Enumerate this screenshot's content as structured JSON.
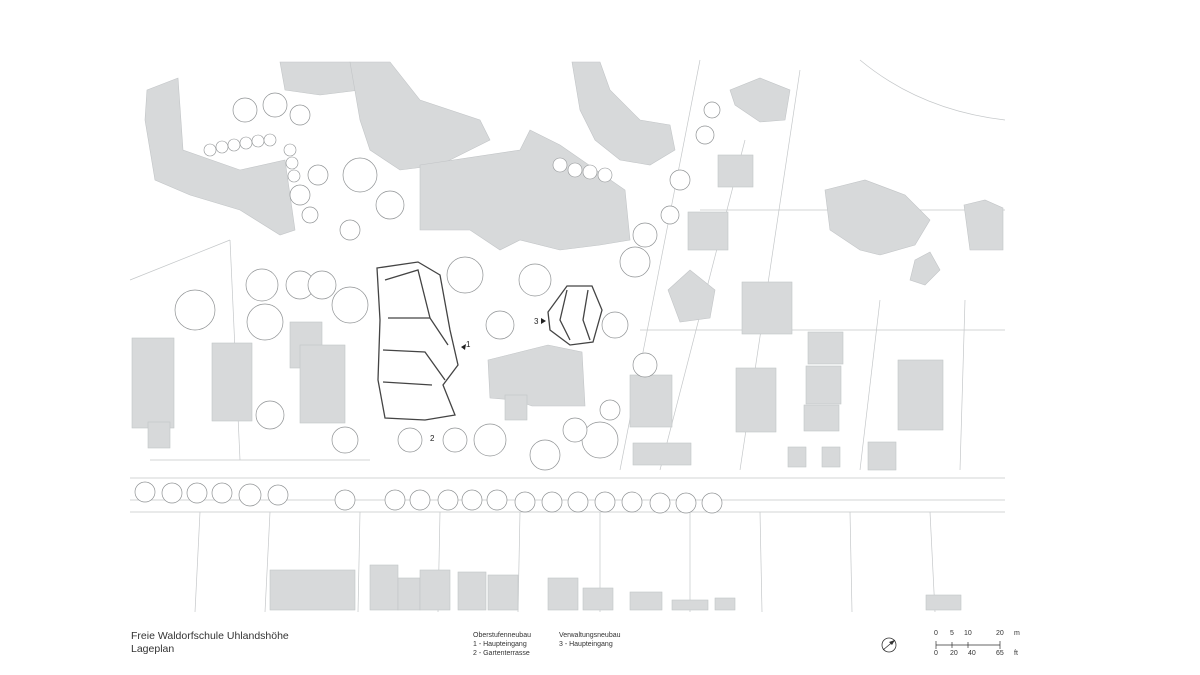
{
  "title": {
    "line1": "Freie Waldorfschule Uhlandshöhe",
    "line2": "Lageplan"
  },
  "legend": {
    "group_a": {
      "heading": "Oberstufenneubau",
      "items": [
        "1 - Haupteingang",
        "2 - Gartenterrasse"
      ]
    },
    "group_b": {
      "heading": "Verwaltungsneubau",
      "items": [
        "3 - Haupteingang"
      ]
    }
  },
  "plan_labels": {
    "label1": "1",
    "label2": "2",
    "label3": "3"
  },
  "scale": {
    "metric_ticks": [
      "0",
      "5",
      "10",
      "20"
    ],
    "metric_unit": "m",
    "imperial_ticks": [
      "0",
      "20",
      "40",
      "65"
    ],
    "imperial_unit": "ft"
  },
  "colors": {
    "building": "#d7d9da",
    "line": "#b9bcbe",
    "tree": "#8f9294"
  }
}
